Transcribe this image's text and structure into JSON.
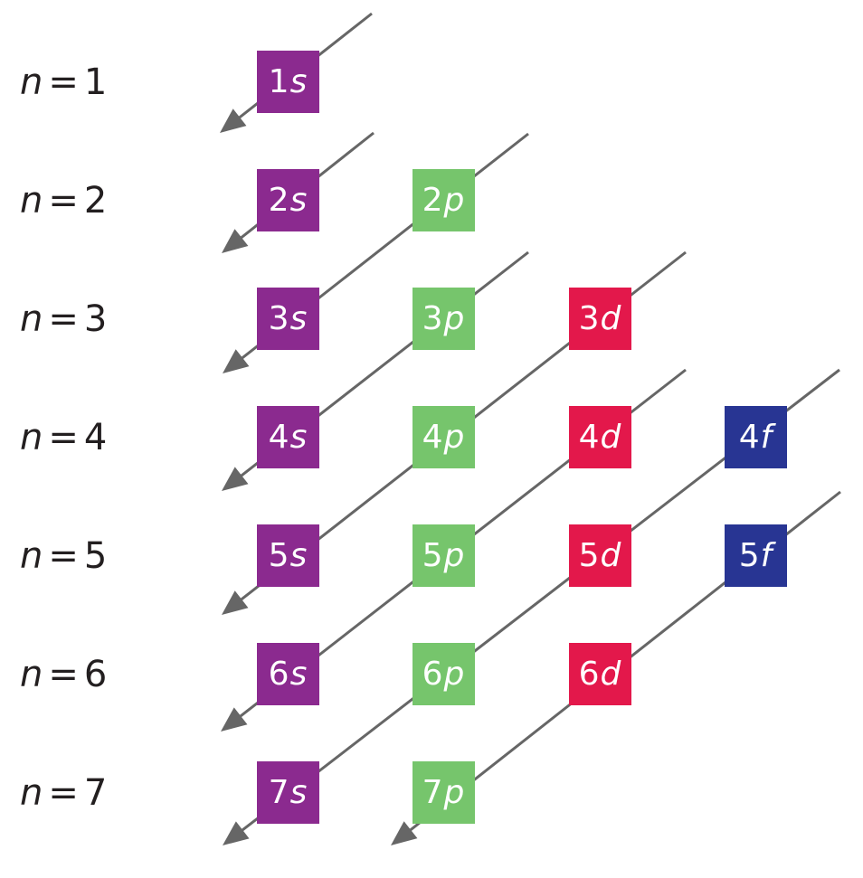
{
  "colors": {
    "s": "#8b2a8f",
    "p": "#76c56c",
    "d": "#e3184b",
    "f": "#283593",
    "arrow": "#666666",
    "label": "#231f20"
  },
  "rows": [
    {
      "n": "n",
      "eq": "=",
      "value": "1"
    },
    {
      "n": "n",
      "eq": "=",
      "value": "2"
    },
    {
      "n": "n",
      "eq": "=",
      "value": "3"
    },
    {
      "n": "n",
      "eq": "=",
      "value": "4"
    },
    {
      "n": "n",
      "eq": "=",
      "value": "5"
    },
    {
      "n": "n",
      "eq": "=",
      "value": "6"
    },
    {
      "n": "n",
      "eq": "=",
      "value": "7"
    }
  ],
  "orbitals": [
    {
      "name": "1s",
      "n": "1",
      "l": "s"
    },
    {
      "name": "2s",
      "n": "2",
      "l": "s"
    },
    {
      "name": "2p",
      "n": "2",
      "l": "p"
    },
    {
      "name": "3s",
      "n": "3",
      "l": "s"
    },
    {
      "name": "3p",
      "n": "3",
      "l": "p"
    },
    {
      "name": "3d",
      "n": "3",
      "l": "d"
    },
    {
      "name": "4s",
      "n": "4",
      "l": "s"
    },
    {
      "name": "4p",
      "n": "4",
      "l": "p"
    },
    {
      "name": "4d",
      "n": "4",
      "l": "d"
    },
    {
      "name": "4f",
      "n": "4",
      "l": "f"
    },
    {
      "name": "5s",
      "n": "5",
      "l": "s"
    },
    {
      "name": "5p",
      "n": "5",
      "l": "p"
    },
    {
      "name": "5d",
      "n": "5",
      "l": "d"
    },
    {
      "name": "5f",
      "n": "5",
      "l": "f"
    },
    {
      "name": "6s",
      "n": "6",
      "l": "s"
    },
    {
      "name": "6p",
      "n": "6",
      "l": "p"
    },
    {
      "name": "6d",
      "n": "6",
      "l": "d"
    },
    {
      "name": "7s",
      "n": "7",
      "l": "s"
    },
    {
      "name": "7p",
      "n": "7",
      "l": "p"
    }
  ]
}
